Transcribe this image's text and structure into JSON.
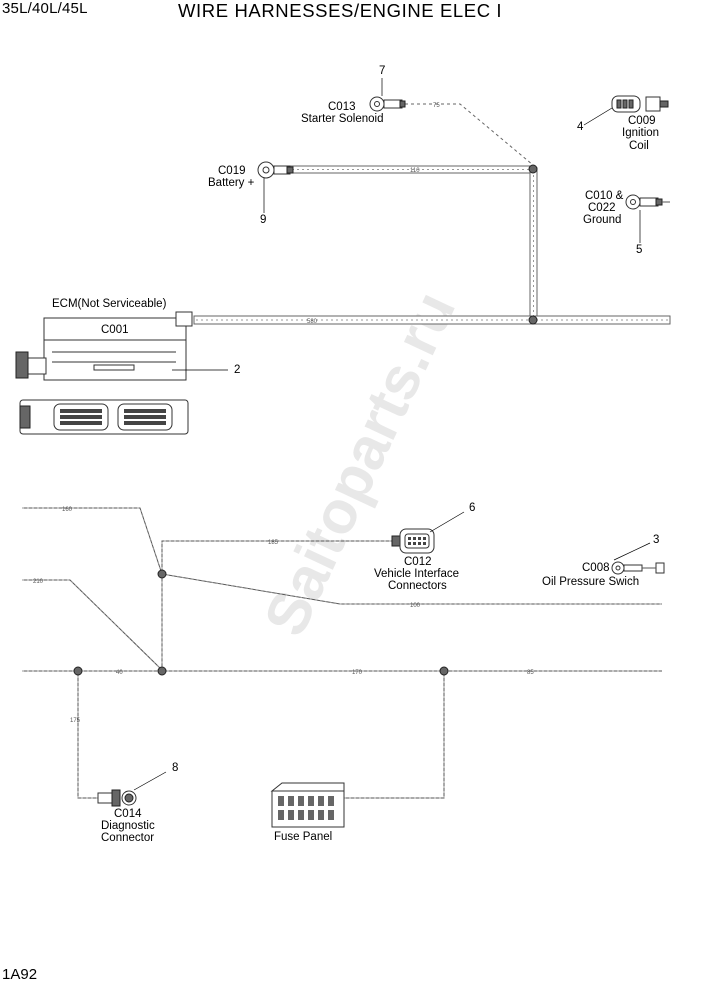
{
  "header": {
    "model": "35L/40L/45L",
    "title": "WIRE HARNESSES/ENGINE ELEC I"
  },
  "footer": {
    "page_id": "1A92"
  },
  "components": {
    "c013": {
      "code": "C013",
      "name": "Starter Solenoid",
      "ref": "7"
    },
    "c009": {
      "code": "C009",
      "name1": "Ignition",
      "name2": "Coil",
      "ref": "4"
    },
    "c019": {
      "code": "C019",
      "name": "Battery +",
      "ref": "9"
    },
    "c010": {
      "code1": "C010 &",
      "code2": "C022",
      "name": "Ground",
      "ref": "5"
    },
    "ecm": {
      "title": "ECM(Not Serviceable)",
      "code": "C001",
      "ref": "2"
    },
    "c012": {
      "code": "C012",
      "name1": "Vehicle Interface",
      "name2": "Connectors",
      "ref": "6"
    },
    "c008": {
      "code": "C008",
      "name": "Oil Pressure Swich",
      "ref": "3"
    },
    "c014": {
      "code": "C014",
      "name1": "Diagnostic",
      "name2": "Connector",
      "ref": "8"
    },
    "fuse": {
      "name": "Fuse Panel"
    }
  },
  "segment_labels": {
    "s75": "75",
    "s110": "110",
    "s580": "580",
    "s160": "160",
    "s185": "185",
    "s210": "210",
    "s100": "100",
    "s40": "40",
    "s170": "170",
    "s85": "85",
    "s175": "175"
  }
}
